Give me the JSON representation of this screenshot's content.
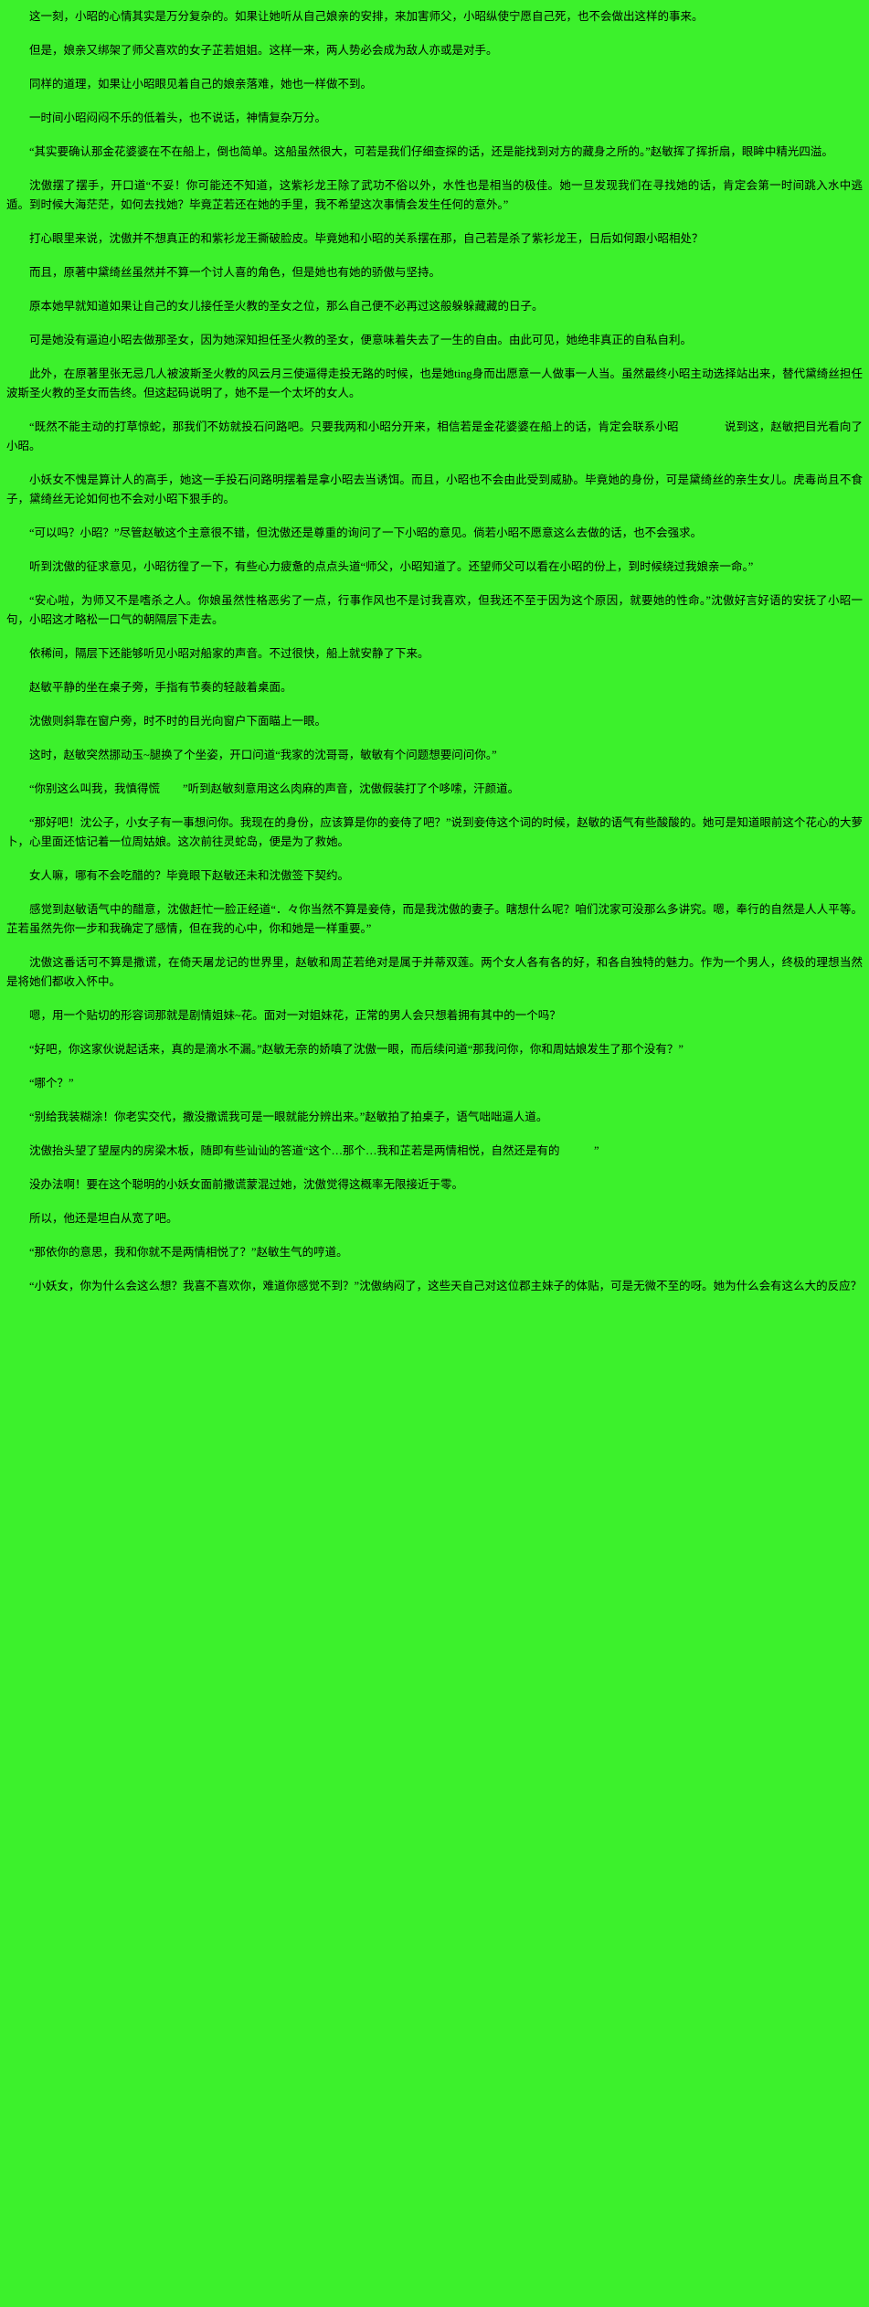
{
  "page": {
    "background_color": "#3cf12c",
    "text_color": "#000000"
  },
  "paragraphs": [
    "这一刻，小昭的心情其实是万分复杂的。如果让她听从自己娘亲的安排，来加害师父，小昭纵使宁愿自己死，也不会做出这样的事来。",
    "但是，娘亲又绑架了师父喜欢的女子芷若姐姐。这样一来，两人势必会成为敌人亦或是对手。",
    "同样的道理，如果让小昭眼见着自己的娘亲落难，她也一样做不到。",
    "一时间小昭闷闷不乐的低着头，也不说话，神情复杂万分。",
    "“其实要确认那金花婆婆在不在船上，倒也简单。这船虽然很大，可若是我们仔细查探的话，还是能找到对方的藏身之所的。”赵敏挥了挥折扇，眼眸中精光四溢。",
    "沈傲摆了摆手，开口道“不妥！你可能还不知道，这紫衫龙王除了武功不俗以外，水性也是相当的极佳。她一旦发现我们在寻找她的话，肯定会第一时间跳入水中逃遁。到时候大海茫茫，如何去找她？毕竟芷若还在她的手里，我不希望这次事情会发生任何的意外。”",
    "打心眼里来说，沈傲并不想真正的和紫衫龙王撕破脸皮。毕竟她和小昭的关系摆在那，自己若是杀了紫衫龙王，日后如何跟小昭相处？",
    "而且，原著中黛绮丝虽然并不算一个讨人喜的角色，但是她也有她的骄傲与坚持。",
    "原本她早就知道如果让自己的女儿接任圣火教的圣女之位，那么自己便不必再过这般躲躲藏藏的日子。",
    "可是她没有逼迫小昭去做那圣女，因为她深知担任圣火教的圣女，便意味着失去了一生的自由。由此可见，她绝非真正的自私自利。",
    "此外，在原著里张无忌几人被波斯圣火教的风云月三使逼得走投无路的时候，也是她ting身而出愿意一人做事一人当。虽然最终小昭主动选择站出来，替代黛绮丝担任波斯圣火教的圣女而告终。但这起码说明了，她不是一个太坏的女人。",
    "“既然不能主动的打草惊蛇，那我们不妨就投石问路吧。只要我两和小昭分开来，相信若是金花婆婆在船上的话，肯定会联系小昭　　　　说到这，赵敏把目光看向了小昭。",
    "小妖女不愧是算计人的高手，她这一手投石问路明摆着是拿小昭去当诱饵。而且，小昭也不会由此受到威胁。毕竟她的身份，可是黛绮丝的亲生女儿。虎毒尚且不食子，黛绮丝无论如何也不会对小昭下狠手的。",
    "“可以吗？小昭？”尽管赵敏这个主意很不错，但沈傲还是尊重的询问了一下小昭的意见。倘若小昭不愿意这么去做的话，也不会强求。",
    "听到沈傲的征求意见，小昭彷徨了一下，有些心力疲惫的点点头道“师父，小昭知道了。还望师父可以看在小昭的份上，到时候绕过我娘亲一命。”",
    "“安心啦，为师又不是嗜杀之人。你娘虽然性格恶劣了一点，行事作风也不是讨我喜欢，但我还不至于因为这个原因，就要她的性命。”沈傲好言好语的安抚了小昭一句，小昭这才略松一口气的朝隔层下走去。",
    "依稀间，隔层下还能够听见小昭对船家的声音。不过很快，船上就安静了下来。",
    "赵敏平静的坐在桌子旁，手指有节奏的轻敲着桌面。",
    "沈傲则斜靠在窗户旁，时不时的目光向窗户下面瞄上一眼。",
    "这时，赵敏突然挪动玉~腿换了个坐姿，开口问道“我家的沈哥哥，敏敏有个问题想要问问你。”",
    "“你别这么叫我，我慎得慌　　”听到赵敏刻意用这么肉麻的声音，沈傲假装打了个哆嗦，汗颜道。",
    "“那好吧！沈公子，小女子有一事想问你。我现在的身份，应该算是你的妾侍了吧？”说到妾侍这个词的时候，赵敏的语气有些酸酸的。她可是知道眼前这个花心的大萝卜，心里面还惦记着一位周姑娘。这次前往灵蛇岛，便是为了救她。",
    "女人嘛，哪有不会吃醋的？毕竟眼下赵敏还未和沈傲签下契约。",
    "感觉到赵敏语气中的醋意，沈傲赶忙一脸正经道“．々你当然不算是妾侍，而是我沈傲的妻子。瞎想什么呢？咱们沈家可没那么多讲究。嗯，奉行的自然是人人平等。芷若虽然先你一步和我确定了感情，但在我的心中，你和她是一样重要。”",
    "沈傲这番话可不算是撒谎，在倚天屠龙记的世界里，赵敏和周芷若绝对是属于并蒂双莲。两个女人各有各的好，和各自独特的魅力。作为一个男人，终极的理想当然是将她们都收入怀中。",
    "嗯，用一个贴切的形容词那就是剧情姐妹~花。面对一对姐妹花，正常的男人会只想着拥有其中的一个吗？",
    "“好吧，你这家伙说起话来，真的是滴水不漏。”赵敏无奈的娇嗔了沈傲一眼，而后续问道“那我问你，你和周姑娘发生了那个没有？”",
    "“哪个？”",
    "“别给我装糊涂！你老实交代，撒没撒谎我可是一眼就能分辨出来。”赵敏拍了拍桌子，语气咄咄逼人道。",
    "沈傲抬头望了望屋内的房梁木板，随即有些讪讪的答道“这个…那个…我和芷若是两情相悦，自然还是有的　　　”",
    "没办法啊！要在这个聪明的小妖女面前撒谎蒙混过她，沈傲觉得这概率无限接近于零。",
    "所以，他还是坦白从宽了吧。",
    "“那依你的意思，我和你就不是两情相悦了？”赵敏生气的哼道。",
    "“小妖女，你为什么会这么想？我喜不喜欢你，难道你感觉不到？”沈傲纳闷了，这些天自己对这位郡主妹子的体贴，可是无微不至的呀。她为什么会有这么大的反应？"
  ]
}
